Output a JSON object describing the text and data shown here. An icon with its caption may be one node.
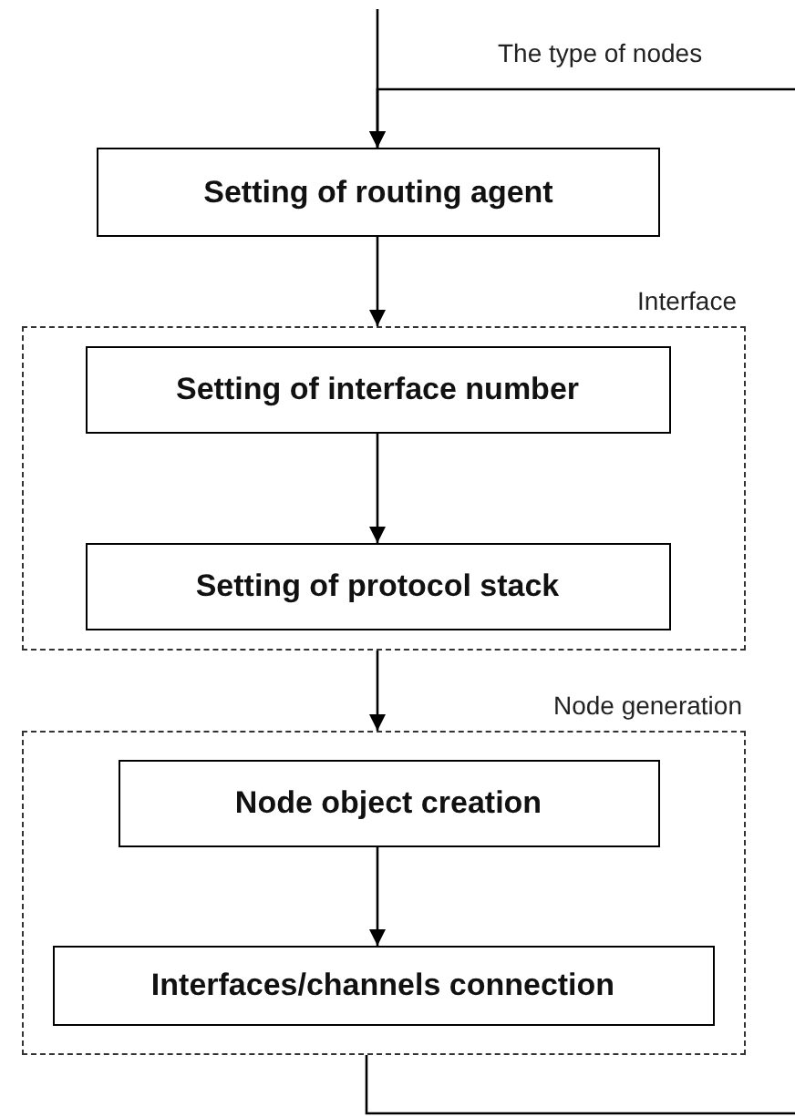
{
  "diagram": {
    "nodes": [
      {
        "text": [
          "Setting of routing agent"
        ]
      },
      {
        "text": [
          "Interface"
        ]
      },
      {
        "text": [
          "Setting of interface number"
        ],
        "in": 1
      },
      {
        "text": [
          "Setting of protocol stack"
        ],
        "in": 1
      },
      {
        "text": [
          "Node generation"
        ]
      },
      {
        "text": [
          "Node object creation"
        ],
        "in": 4
      },
      {
        "text": [
          "Interfaces/channels connection"
        ],
        "in": 4
      }
    ],
    "edges": [
      {
        "from": null,
        "to": 0,
        "arrow": "to"
      },
      {
        "from": null,
        "to": 0,
        "arrow": "to",
        "label": "The type of nodes"
      },
      {
        "from": 0,
        "to": 1,
        "arrow": "to"
      },
      {
        "from": 2,
        "to": 3,
        "arrow": "to"
      },
      {
        "from": 1,
        "to": 4,
        "arrow": "to"
      },
      {
        "from": 5,
        "to": 6,
        "arrow": "to"
      },
      {
        "from": 4,
        "to": null,
        "arrow": "none"
      }
    ]
  }
}
